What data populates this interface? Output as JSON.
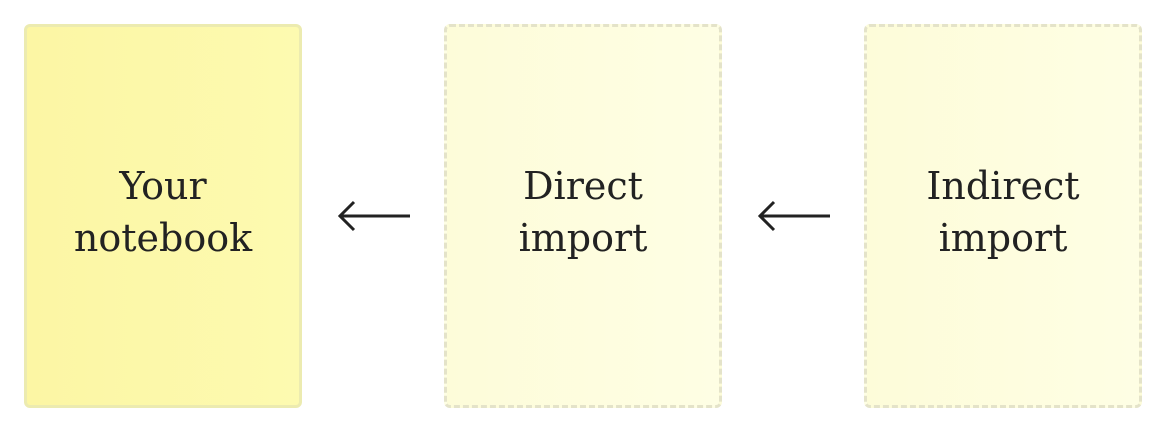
{
  "nodes": {
    "notebook": {
      "line1": "Your",
      "line2": "notebook"
    },
    "direct": {
      "line1": "Direct",
      "line2": "import"
    },
    "indirect": {
      "line1": "Indirect",
      "line2": "import"
    }
  },
  "edges": [
    {
      "from": "direct",
      "to": "notebook",
      "arrow": "left-arrow-icon"
    },
    {
      "from": "indirect",
      "to": "direct",
      "arrow": "left-arrow-icon"
    }
  ],
  "colors": {
    "notebook_fill": "#fcf6a4",
    "notebook_border": "#ecebb0",
    "import_fill": "#fefde0",
    "import_border": "#e4e3c9",
    "text": "#222222",
    "arrow": "#222222"
  }
}
